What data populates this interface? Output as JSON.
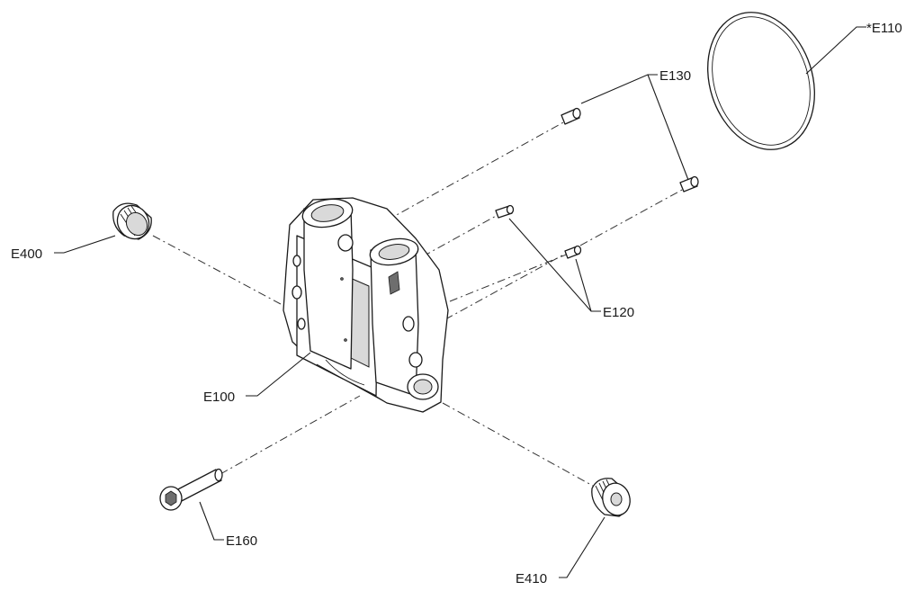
{
  "diagram": {
    "labels": {
      "e110": "*E110",
      "e130": "E130",
      "e400": "E400",
      "e120": "E120",
      "e100": "E100",
      "e160": "E160",
      "e410": "E410"
    }
  }
}
